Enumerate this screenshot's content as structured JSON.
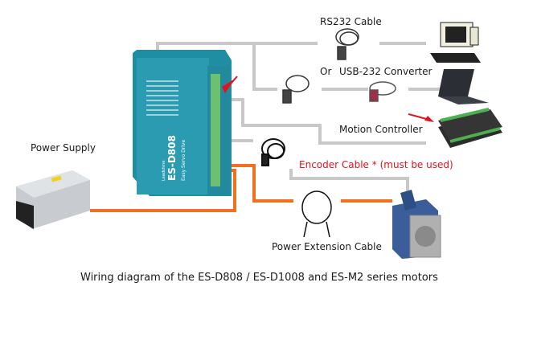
{
  "labels": {
    "rs232_cable": "RS232 Cable",
    "or": "Or",
    "usb_converter": "USB-232 Converter",
    "motion_controller": "Motion Controller",
    "power_supply": "Power Supply",
    "encoder_cable": "Encoder Cable * (must be used)",
    "power_extension_cable": "Power Extension Cable"
  },
  "drive": {
    "model": "ES-D808",
    "subtitle": "Easy Servo Drive",
    "brand": "Leadshine"
  },
  "caption": "Wiring diagram of the ES-D808 / ES-D1008 and ES-M2 series motors",
  "colors": {
    "gray_wire": "#c8c8c8",
    "power_wire": "#f07020",
    "drive_body": "#2a9bb0",
    "arrow_red": "#e0141e",
    "encoder_label": "#e0141e"
  }
}
